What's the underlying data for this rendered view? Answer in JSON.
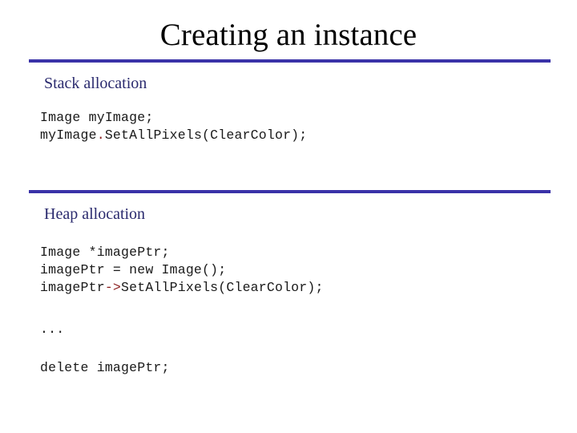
{
  "slide": {
    "title": "Creating an instance",
    "background_color": "#ffffff",
    "rule_color": "#3a32a8",
    "heading_color": "#2a2a6e",
    "code_color": "#1a1a1a",
    "accent_color": "#8b1f1f"
  },
  "sections": [
    {
      "heading": "Stack allocation",
      "code_lines": [
        {
          "before": "Image myImage;",
          "accent": "",
          "after": ""
        },
        {
          "before": "myImage",
          "accent": ".",
          "after": "SetAllPixels(ClearColor);"
        }
      ]
    },
    {
      "heading": "Heap allocation",
      "code_lines": [
        {
          "before": "Image *imagePtr;",
          "accent": "",
          "after": ""
        },
        {
          "before": "imagePtr = new Image();",
          "accent": "",
          "after": ""
        },
        {
          "before": "imagePtr",
          "accent": "->",
          "after": "SetAllPixels(ClearColor);"
        }
      ],
      "continuation": "...",
      "cleanup": {
        "before": "delete imagePtr;",
        "accent": "",
        "after": ""
      }
    }
  ]
}
